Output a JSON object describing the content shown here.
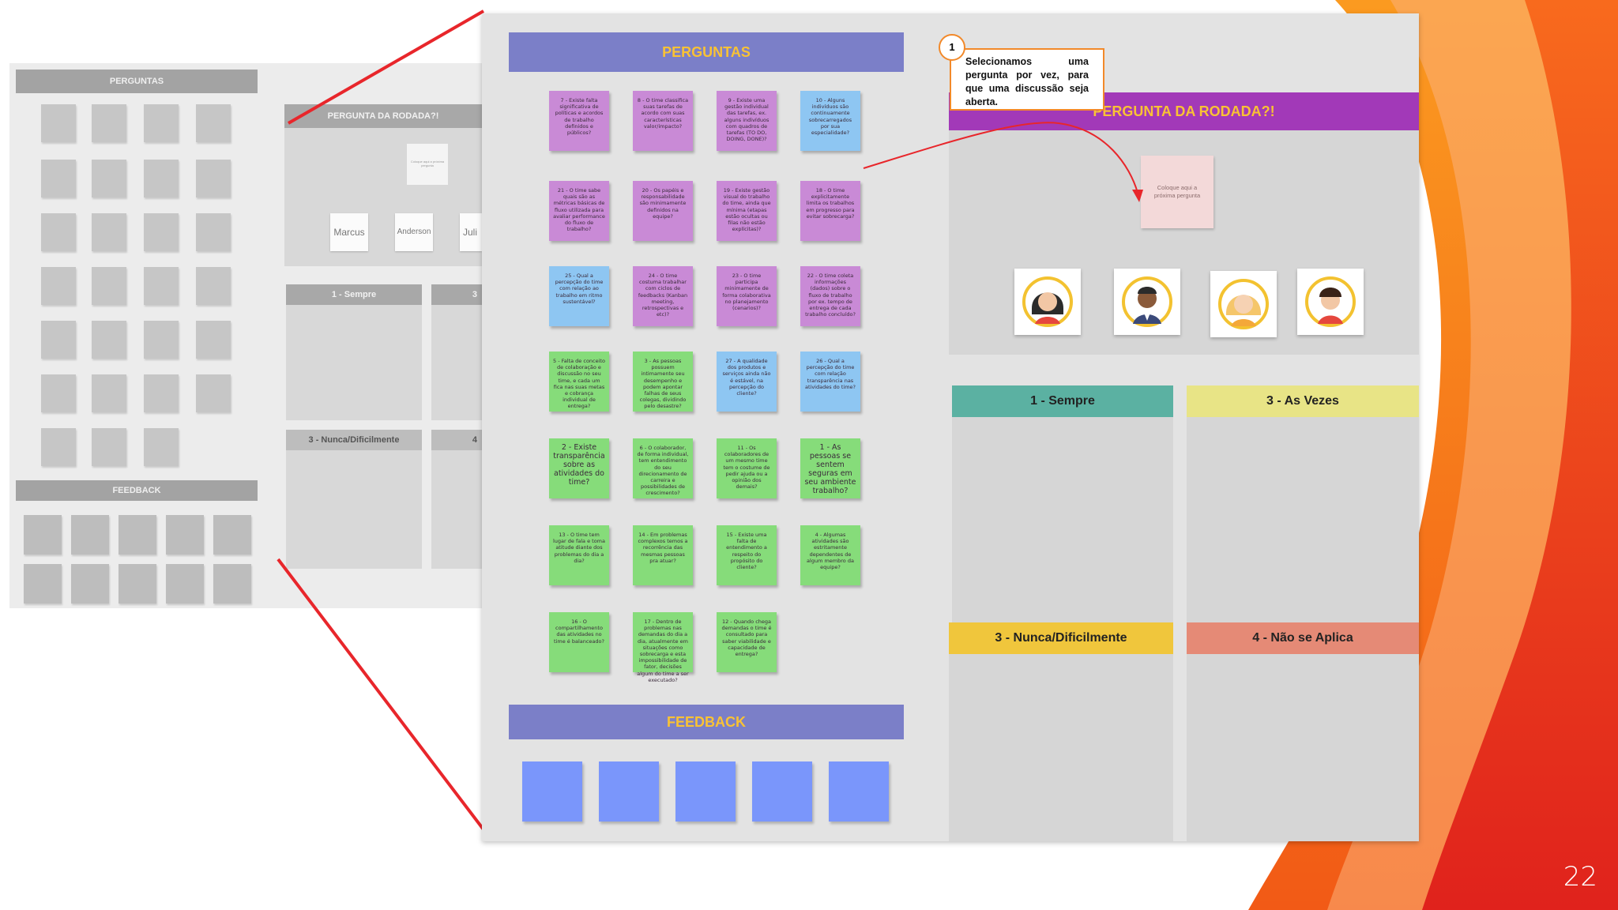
{
  "slide": {
    "page_number": "22"
  },
  "background_board": {
    "perguntas_title": "PERGUNTAS",
    "feedback_title": "FEEDBACK",
    "round_title": "PERGUNTA DA RODADA?!",
    "placeholder": "Coloque aqui a próxima pergunta",
    "participants": [
      "Marcus",
      "Anderson",
      "Juli"
    ],
    "categories": [
      "1 - Sempre",
      "3 - Nunca/Dificilmente",
      "3",
      "4"
    ]
  },
  "board": {
    "questions_title": "PERGUNTAS",
    "feedback_title": "FEEDBACK",
    "round_title": "PERGUNTA DA RODADA?!",
    "placeholder": "Coloque aqui a próxima pergunta",
    "questions": [
      {
        "text": "7 - Existe falta significativa de políticas e acordos de trabalho definidos e públicos?",
        "color": "purple"
      },
      {
        "text": "8 - O time classifica suas tarefas de acordo com suas características valor/impacto?",
        "color": "purple"
      },
      {
        "text": "9 - Existe uma gestão individual das tarefas, ex. alguns indivíduos com quadros de tarefas (TO DO, DOING, DONE)?",
        "color": "purple"
      },
      {
        "text": "10 - Alguns indivíduos são continuamente sobrecarregados por sua especialidade?",
        "color": "blue"
      },
      {
        "text": "21 - O time sabe quais são as métricas básicas de fluxo utilizada para avaliar performance do fluxo de trabalho?",
        "color": "purple"
      },
      {
        "text": "20 - Os papéis e responsabilidade são minimamente definidos na equipe?",
        "color": "purple"
      },
      {
        "text": "19 - Existe gestão visual do trabalho do time, ainda que mínima (etapas estão ocultas ou filas não estão explícitas)?",
        "color": "purple"
      },
      {
        "text": "18 - O time explicitamente limita os trabalhos em progresso para evitar sobrecarga?",
        "color": "purple"
      },
      {
        "text": "25 - Qual a percepção do time com relação ao trabalho em ritmo sustentável?",
        "color": "blue"
      },
      {
        "text": "24 - O time costuma trabalhar com ciclos de feedbacks (Kanban meeting, retrospectivas e etc)?",
        "color": "purple"
      },
      {
        "text": "23 - O time participa minimamente de forma colaborativa no planejamento (cenarios)?",
        "color": "purple"
      },
      {
        "text": "22 - O time coleta informações (dados) sobre o fluxo de trabalho por ex. tempo de entrega de cada trabalho concluído?",
        "color": "purple"
      },
      {
        "text": "5 - Falta de conceito de colaboração e discussão no seu time, e cada um fica nas suas metas e cobrança individual de entrega?",
        "color": "green"
      },
      {
        "text": "3 - As pessoas possuem intimamente seu desempenho e podem apontar falhas de seus colegas, dividindo pelo desastre?",
        "color": "green"
      },
      {
        "text": "27 - A qualidade dos produtos e serviços ainda não é estável, na percepção do cliente?",
        "color": "blue"
      },
      {
        "text": "26 - Qual a percepção do time com relação transparência nas atividades do time?",
        "color": "blue"
      },
      {
        "text": "2 - Existe transparência sobre as atividades do time?",
        "color": "green",
        "big": true
      },
      {
        "text": "6 - O colaborador, de forma individual, tem entendimento do seu direcionamento de carreira e possibilidades de crescimento?",
        "color": "green"
      },
      {
        "text": "11 - Os colaboradores de um mesmo time tem o costume de pedir ajuda ou a opinião dos demais?",
        "color": "green"
      },
      {
        "text": "1 - As pessoas se sentem seguras em seu ambiente trabalho?",
        "color": "green",
        "big": true
      },
      {
        "text": "13 - O time tem lugar de fala e toma atitude diante dos problemas do dia a dia?",
        "color": "green"
      },
      {
        "text": "14 - Em problemas complexos temos a recorrência das mesmas pessoas pra atuar?",
        "color": "green"
      },
      {
        "text": "15 - Existe uma falta de entendimento a respeito do propósito do cliente?",
        "color": "green"
      },
      {
        "text": "4 - Algumas atividades são estritamente dependentes de algum membro da equipe?",
        "color": "green"
      },
      {
        "text": "16 - O compartilhamento das atividades no time é balanceado?",
        "color": "green"
      },
      {
        "text": "17 - Dentro de problemas nas demandas do dia a dia, atualmente em situações como sobrecarga e esta impossibilidade de fator, decisões algum do time a ser executado?",
        "color": "green"
      },
      {
        "text": "12 - Quando chega demandas o time é consultado para saber viabilidade e capacidade de entrega?",
        "color": "green"
      }
    ],
    "categories": [
      "1 - Sempre",
      "3 - As Vezes",
      "3 - Nunca/Dificilmente",
      "4 - Não se Aplica"
    ],
    "colors": {
      "band": "#7b7fc8",
      "band_text": "#f9c234",
      "round_title_bg": "#a239b8",
      "cat_sempre": "#5bb1a2",
      "cat_asvezes": "#e8e486",
      "cat_nunca": "#f0c63c",
      "cat_naoaplica": "#e58a76"
    }
  },
  "callout": {
    "number": "1",
    "text": "Selecionamos uma pergunta por vez, para que uma discussão seja aberta."
  }
}
